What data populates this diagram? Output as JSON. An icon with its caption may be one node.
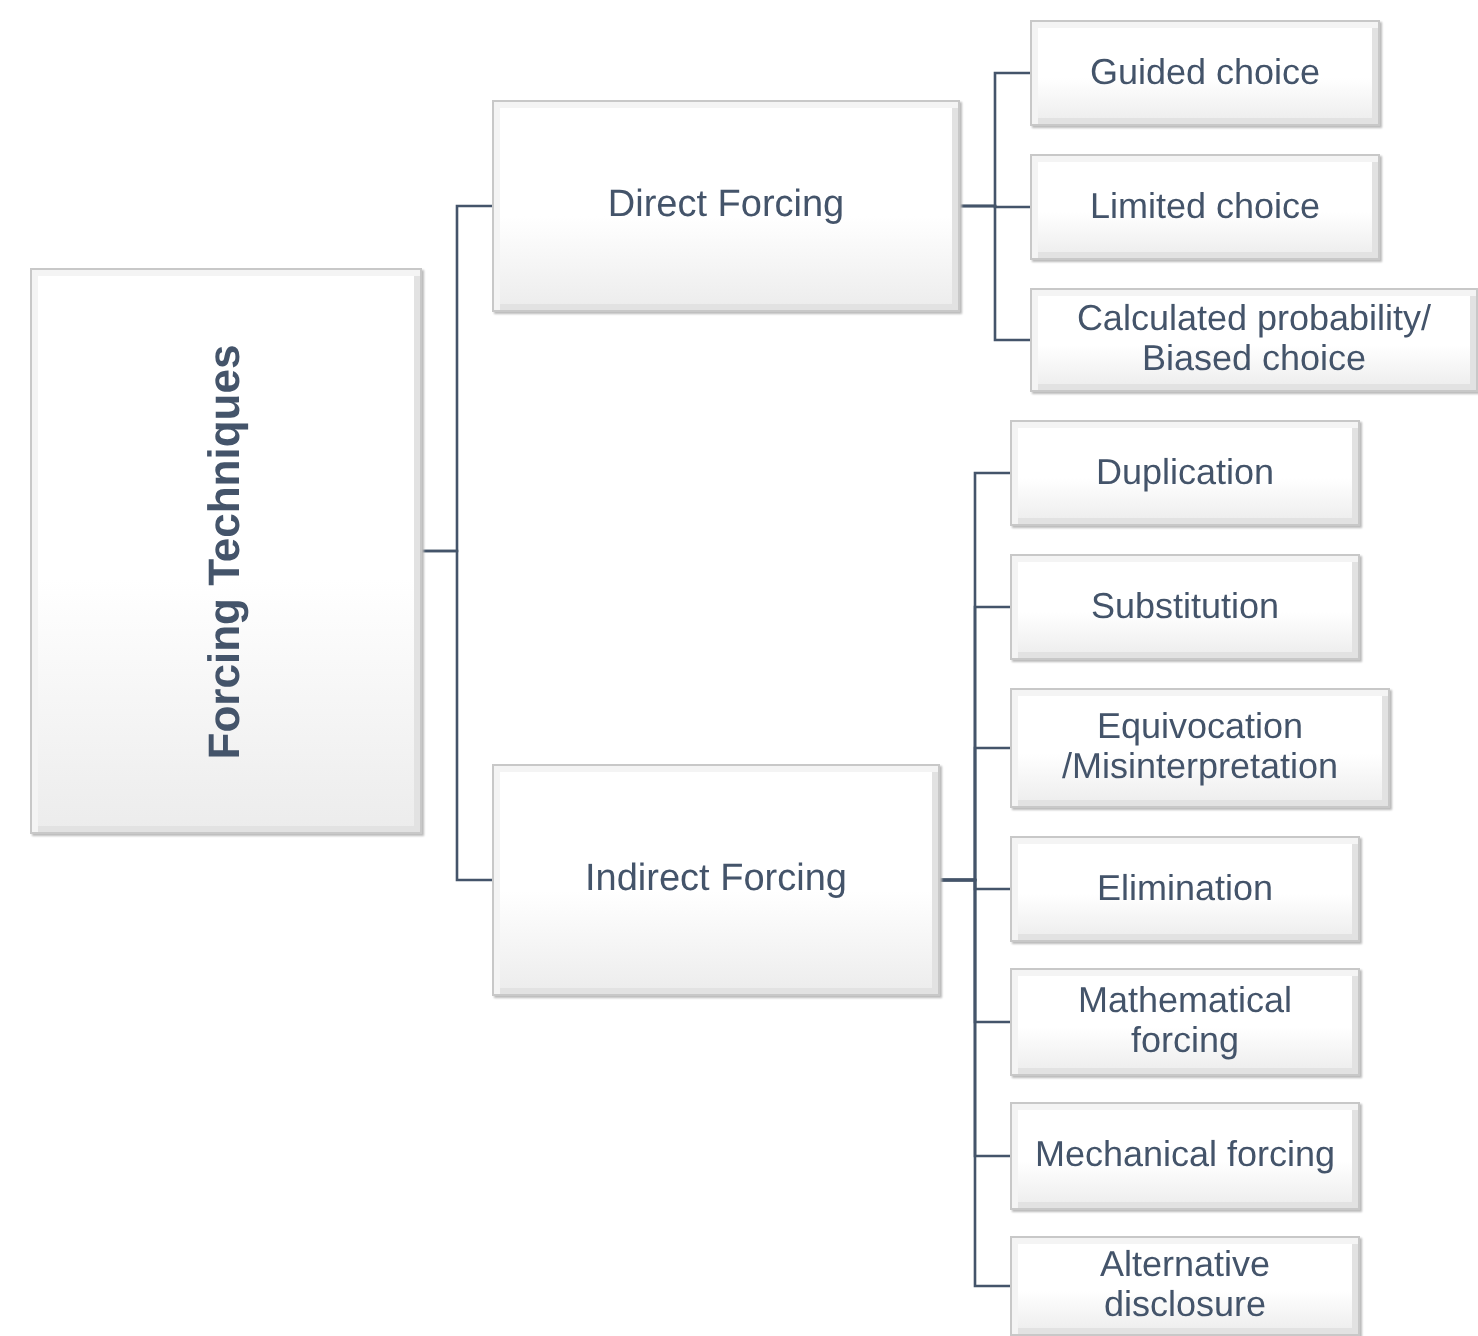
{
  "diagram": {
    "nodes": [
      {
        "text": [
          "Forcing Techniques"
        ]
      },
      {
        "text": [
          "Direct Forcing"
        ]
      },
      {
        "text": [
          "Indirect Forcing"
        ]
      },
      {
        "text": [
          "Guided choice"
        ]
      },
      {
        "text": [
          "Limited choice"
        ]
      },
      {
        "text": [
          "Calculated probability/ Biased choice"
        ]
      },
      {
        "text": [
          "Duplication"
        ]
      },
      {
        "text": [
          "Substitution"
        ]
      },
      {
        "text": [
          "Equivocation /Misinterpretation"
        ]
      },
      {
        "text": [
          "Elimination"
        ]
      },
      {
        "text": [
          "Mathematical forcing"
        ]
      },
      {
        "text": [
          "Mechanical forcing"
        ]
      },
      {
        "text": [
          "Alternative disclosure"
        ]
      }
    ],
    "edges": [
      {
        "from": 0,
        "to": 1,
        "arrow": "none"
      },
      {
        "from": 0,
        "to": 2,
        "arrow": "none"
      },
      {
        "from": 1,
        "to": 3,
        "arrow": "none"
      },
      {
        "from": 1,
        "to": 4,
        "arrow": "none"
      },
      {
        "from": 1,
        "to": 5,
        "arrow": "none"
      },
      {
        "from": 2,
        "to": 6,
        "arrow": "none"
      },
      {
        "from": 2,
        "to": 7,
        "arrow": "none"
      },
      {
        "from": 2,
        "to": 8,
        "arrow": "none"
      },
      {
        "from": 2,
        "to": 9,
        "arrow": "none"
      },
      {
        "from": 2,
        "to": 10,
        "arrow": "none"
      },
      {
        "from": 2,
        "to": 11,
        "arrow": "none"
      },
      {
        "from": 2,
        "to": 12,
        "arrow": "none"
      }
    ]
  }
}
